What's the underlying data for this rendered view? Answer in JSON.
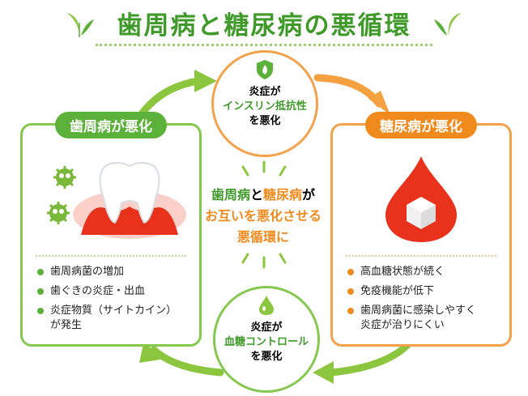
{
  "title": "歯周病と糖尿病の悪循環",
  "top_circle": {
    "line1": "炎症が",
    "line2": "インスリン抵抗性",
    "line3": "を悪化"
  },
  "bottom_circle": {
    "line1": "炎症が",
    "line2": "血糖コントロール",
    "line3": "を悪化"
  },
  "left_card": {
    "header": "歯周病が悪化",
    "items": [
      "歯周病菌の増加",
      "歯ぐきの炎症・出血",
      "炎症物質（サイトカイン）",
      "が発生"
    ]
  },
  "right_card": {
    "header": "糖尿病が悪化",
    "items": [
      "高血糖状態が続く",
      "免疫機能が低下",
      "歯周病菌に感染しやすく",
      "炎症が治りにくい"
    ]
  },
  "center": {
    "part1": "歯周病",
    "part2": "と",
    "part3": "糖尿病",
    "part4": "が",
    "line2": "お互いを悪化させる",
    "line3": "悪循環に"
  },
  "colors": {
    "green": "#5bb13a",
    "orange": "#f08a1c",
    "red": "#e8321c"
  },
  "icons": [
    "leaf-icon",
    "flame-shield-icon",
    "water-drop-icon",
    "bacteria-icon",
    "tooth-icon",
    "blood-drop-icon",
    "sugar-cube-icon",
    "arrow-icon"
  ]
}
